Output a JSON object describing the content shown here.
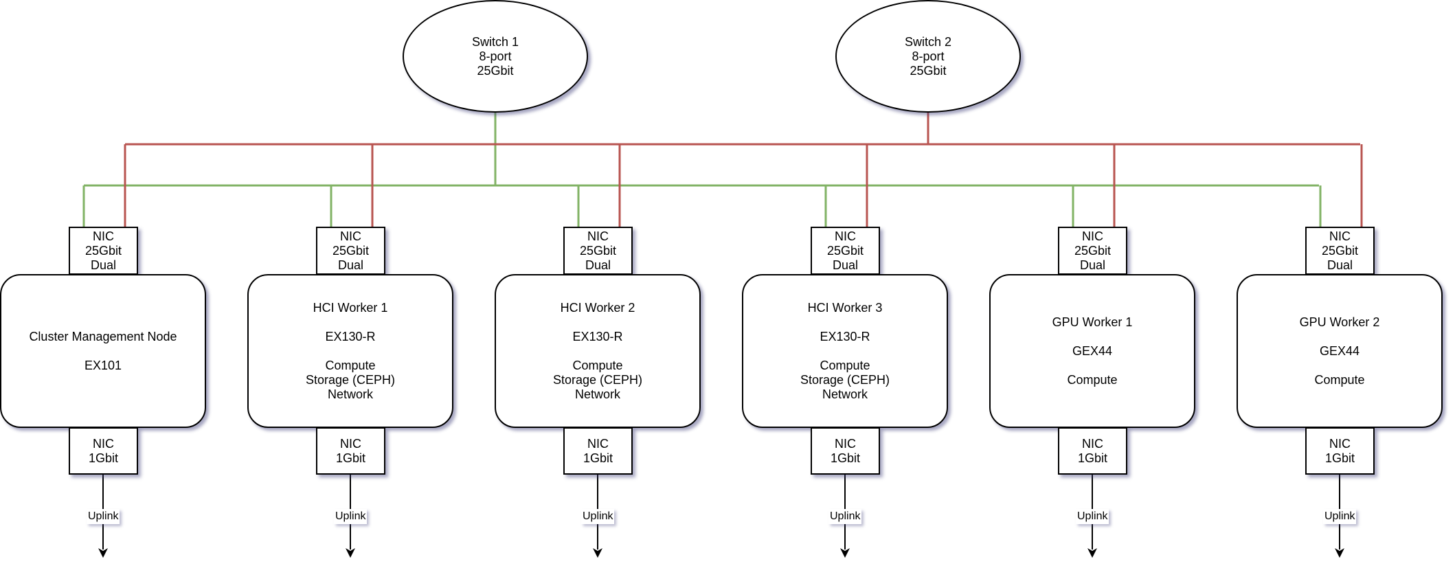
{
  "colors": {
    "switch1_link": "#82b366",
    "switch2_link": "#b85450",
    "uplink": "#000000"
  },
  "switches": [
    {
      "line1": "Switch 1",
      "line2": "8-port",
      "line3": "25Gbit"
    },
    {
      "line1": "Switch 2",
      "line2": "8-port",
      "line3": "25Gbit"
    }
  ],
  "nodes": [
    {
      "nic_top": {
        "line1": "NIC",
        "line2": "25Gbit",
        "line3": "Dual"
      },
      "server": {
        "name": "Cluster Management Node",
        "model": "EX101",
        "roles": []
      },
      "nic_bottom": {
        "line1": "NIC",
        "line2": "1Gbit"
      },
      "uplink_label": "Uplink"
    },
    {
      "nic_top": {
        "line1": "NIC",
        "line2": "25Gbit",
        "line3": "Dual"
      },
      "server": {
        "name": "HCI Worker 1",
        "model": "EX130-R",
        "roles": [
          "Compute",
          "Storage (CEPH)",
          "Network"
        ]
      },
      "nic_bottom": {
        "line1": "NIC",
        "line2": "1Gbit"
      },
      "uplink_label": "Uplink"
    },
    {
      "nic_top": {
        "line1": "NIC",
        "line2": "25Gbit",
        "line3": "Dual"
      },
      "server": {
        "name": "HCI Worker 2",
        "model": "EX130-R",
        "roles": [
          "Compute",
          "Storage (CEPH)",
          "Network"
        ]
      },
      "nic_bottom": {
        "line1": "NIC",
        "line2": "1Gbit"
      },
      "uplink_label": "Uplink"
    },
    {
      "nic_top": {
        "line1": "NIC",
        "line2": "25Gbit",
        "line3": "Dual"
      },
      "server": {
        "name": "HCI Worker 3",
        "model": "EX130-R",
        "roles": [
          "Compute",
          "Storage (CEPH)",
          "Network"
        ]
      },
      "nic_bottom": {
        "line1": "NIC",
        "line2": "1Gbit"
      },
      "uplink_label": "Uplink"
    },
    {
      "nic_top": {
        "line1": "NIC",
        "line2": "25Gbit",
        "line3": "Dual"
      },
      "server": {
        "name": "GPU Worker 1",
        "model": "GEX44",
        "roles": [
          "Compute"
        ]
      },
      "nic_bottom": {
        "line1": "NIC",
        "line2": "1Gbit"
      },
      "uplink_label": "Uplink"
    },
    {
      "nic_top": {
        "line1": "NIC",
        "line2": "25Gbit",
        "line3": "Dual"
      },
      "server": {
        "name": "GPU Worker 2",
        "model": "GEX44",
        "roles": [
          "Compute"
        ]
      },
      "nic_bottom": {
        "line1": "NIC",
        "line2": "1Gbit"
      },
      "uplink_label": "Uplink"
    }
  ]
}
